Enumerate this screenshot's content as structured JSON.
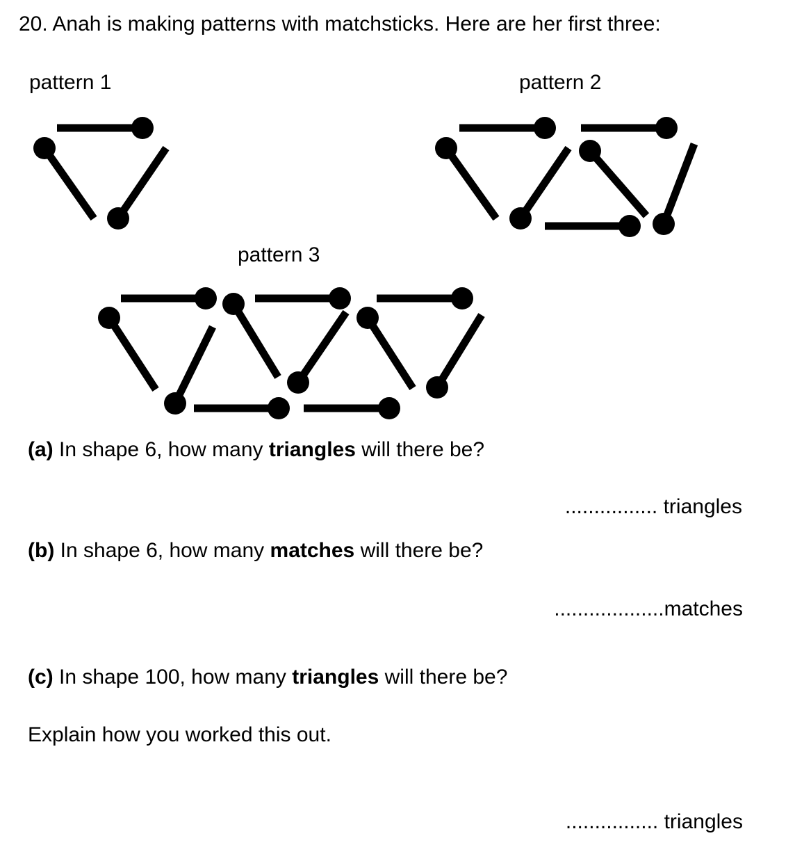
{
  "question": {
    "number": "20.",
    "intro": "Anah is making patterns with matchsticks. Here are her first three:"
  },
  "patterns": {
    "p1_label": "pattern 1",
    "p2_label": "pattern 2",
    "p3_label": "pattern 3"
  },
  "part_a": {
    "tag": "(a)",
    "pre": "In shape 6, how many",
    "bold": "triangles",
    "post": "will there be?",
    "answer_dots": "................",
    "answer_unit": "triangles"
  },
  "part_b": {
    "tag": "(b)",
    "pre": "In shape 6, how many",
    "bold": "matches",
    "post": "will there be?",
    "answer_dots": "...................",
    "answer_unit": "matches"
  },
  "part_c": {
    "tag": "(c)",
    "pre": "In shape 100, how many",
    "bold": "triangles",
    "post": "will there be?",
    "explain": "Explain how you worked this out.",
    "answer_dots": "................",
    "answer_unit": "triangles"
  }
}
